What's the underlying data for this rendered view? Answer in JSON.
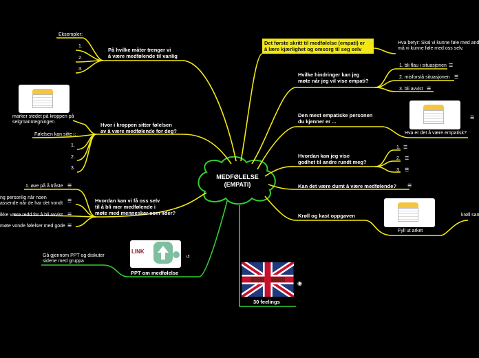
{
  "center": {
    "label": "MEDFØLELSE\n(EMPATI)"
  },
  "branches": {
    "first_step": "Det første skritt til medfølelse (empati) er\nå lære kjærlighet og omsorg til seg selv",
    "first_step_note": "Hva betyr: Skal vi kunne føle med andre\nmå vi kunne føle med oss selv.",
    "hindrances": "Hvilke hindringer kan jeg\nmøte når jeg vil vise empati?",
    "hindrance_items": [
      "1. bli flau i situasjonen",
      "2. misforstå situasjonen",
      "3. bli avvist"
    ],
    "empathic_person": "Den mest empatiske personen\ndu kjenner er ...",
    "empathic_caption": "Hva er det å være empatisk?",
    "kindness": "Hvordan kan jeg vise\ngodhet til andre rundt meg?",
    "kindness_items": [
      "1.",
      "2.",
      "3."
    ],
    "stupid": "Kan det være dumt å være medfølende?",
    "task": "Krøll og kast oppgaven",
    "task_caption": "Fyll ut arket",
    "task_note": "krøll sam",
    "feelings": "30 feelings",
    "ppt": "PPT om medfølelse",
    "ppt_note": "Gå gjennom PPT og diskuter\nsidene med gruppa",
    "ways": "På hvilke måter trenger vi\nå være medfølende til vanlig",
    "ways_examples": "Eksempler:",
    "ways_items": [
      "1.",
      "2.",
      "3."
    ],
    "body": "Hvor i kroppen sitter følelsen\nav å være medfølende for deg?",
    "body_caption": "marker stedet på kroppen på\nselgmanntegningen",
    "body_sub": "Følelsen kan sitte i:",
    "body_items": [
      "1.",
      "2.",
      "3."
    ],
    "self": "Hvordan kan vi få oss selv\ntil å bli mer medfølende i\nmøte med mennesker som lider?",
    "self_items": [
      "1. øve på å tråste",
      "ng personlig når noen\nassende når de har det vondt",
      "ikke være redd for å bli avvist",
      "møte vonde følelser med gode"
    ]
  },
  "logo_text": "LINK",
  "colors": {
    "branch": "#f2e816",
    "green": "#33cc33",
    "bg": "#000000"
  }
}
